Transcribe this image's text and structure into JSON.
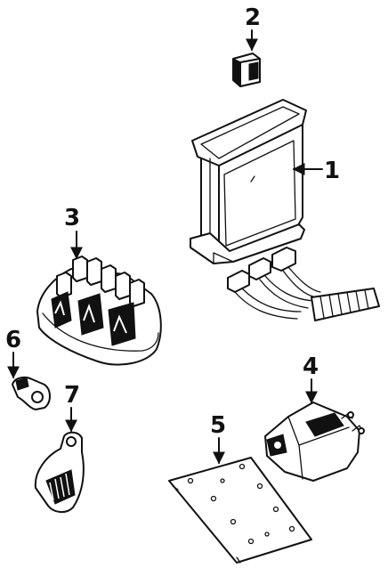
{
  "diagram": {
    "callouts": [
      {
        "id": "1",
        "label": "1",
        "part": "ecm-module"
      },
      {
        "id": "2",
        "label": "2",
        "part": "relay"
      },
      {
        "id": "3",
        "label": "3",
        "part": "distributor-cap"
      },
      {
        "id": "4",
        "label": "4",
        "part": "ignition-coil"
      },
      {
        "id": "5",
        "label": "5",
        "part": "mounting-plate"
      },
      {
        "id": "6",
        "label": "6",
        "part": "clip"
      },
      {
        "id": "7",
        "label": "7",
        "part": "sensor"
      }
    ]
  }
}
